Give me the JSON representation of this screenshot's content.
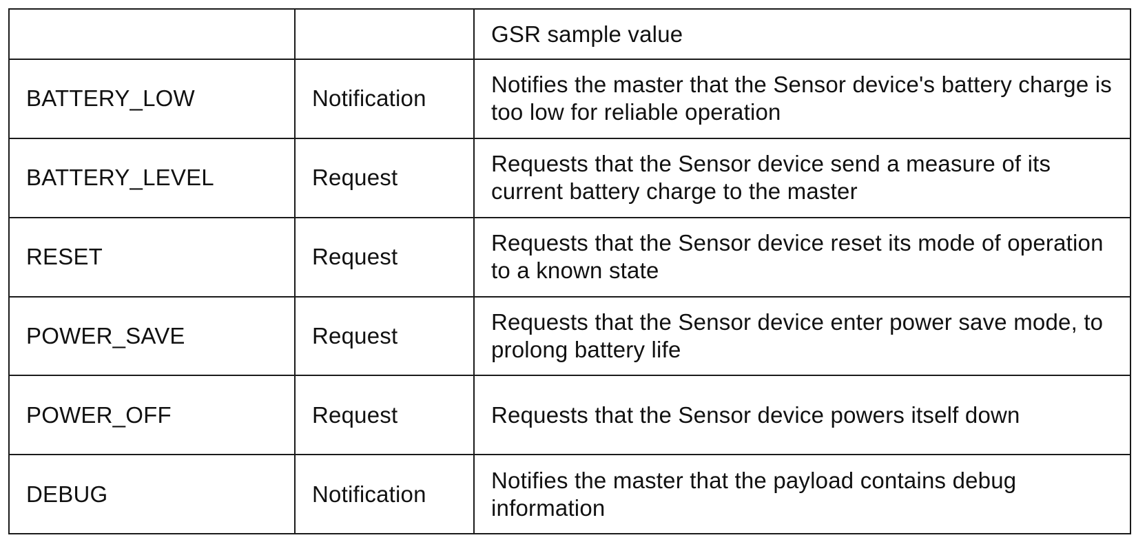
{
  "table": {
    "rows": [
      {
        "name": "",
        "type": "",
        "description": "GSR sample value"
      },
      {
        "name": "BATTERY_LOW",
        "type": "Notification",
        "description": "Notifies the master that the Sensor device's battery charge is too low for reliable operation"
      },
      {
        "name": "BATTERY_LEVEL",
        "type": "Request",
        "description": "Requests that the Sensor device send a measure of its current battery charge to the master"
      },
      {
        "name": "RESET",
        "type": "Request",
        "description": "Requests that the Sensor device reset its mode of operation to a known state"
      },
      {
        "name": "POWER_SAVE",
        "type": "Request",
        "description": "Requests that the Sensor device enter power save mode, to prolong battery life"
      },
      {
        "name": "POWER_OFF",
        "type": "Request",
        "description": "Requests that the Sensor device powers itself down"
      },
      {
        "name": "DEBUG",
        "type": "Notification",
        "description": "Notifies the master that the payload contains debug information"
      }
    ]
  }
}
